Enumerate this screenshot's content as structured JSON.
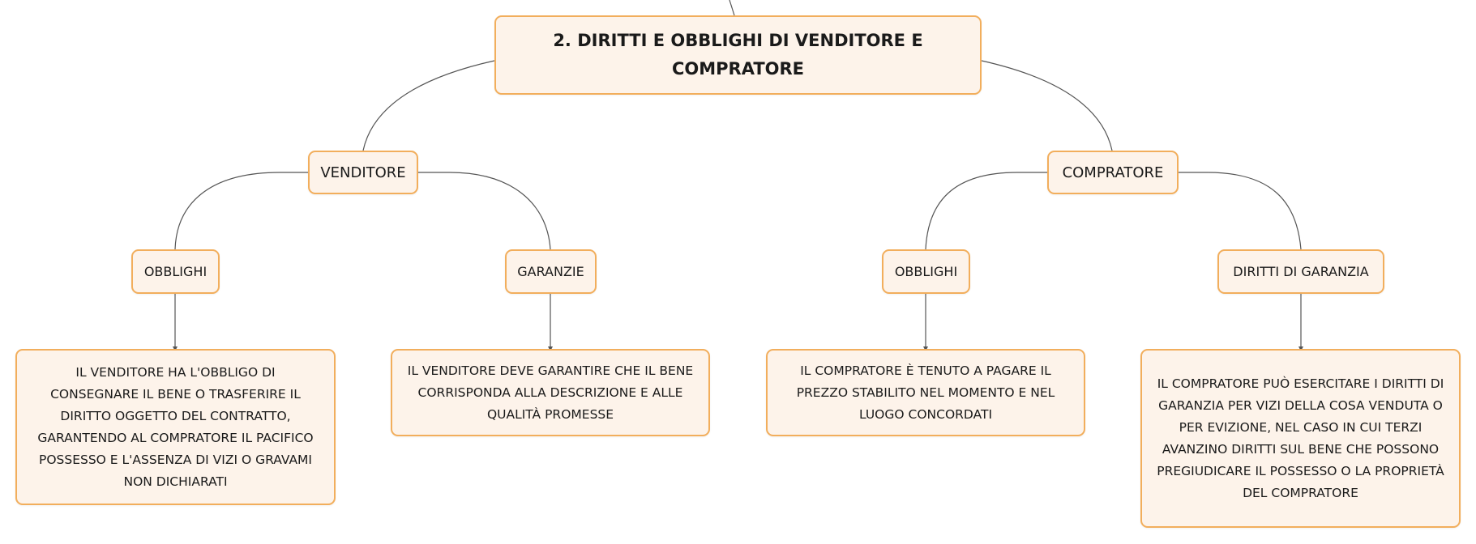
{
  "diagram": {
    "root": {
      "lines": [
        "2. DIRITTI E OBBLIGHI DI VENDITORE E",
        "COMPRATORE"
      ]
    },
    "venditore": {
      "label": "VENDITORE",
      "obblighi": {
        "label": "OBBLIGHI",
        "detail_lines": [
          "IL VENDITORE HA L'OBBLIGO DI",
          "CONSEGNARE IL BENE O TRASFERIRE IL",
          "DIRITTO OGGETTO DEL CONTRATTO,",
          "GARANTENDO AL COMPRATORE IL PACIFICO",
          "POSSESSO E L'ASSENZA DI VIZI O GRAVAMI",
          "NON DICHIARATI"
        ]
      },
      "garanzie": {
        "label": "GARANZIE",
        "detail_lines": [
          "IL VENDITORE DEVE GARANTIRE CHE IL BENE",
          "CORRISPONDA ALLA DESCRIZIONE E ALLE",
          "QUALITÀ PROMESSE"
        ]
      }
    },
    "compratore": {
      "label": "COMPRATORE",
      "obblighi": {
        "label": "OBBLIGHI",
        "detail_lines": [
          "IL COMPRATORE È TENUTO A PAGARE IL",
          "PREZZO STABILITO NEL MOMENTO E NEL",
          "LUOGO CONCORDATI"
        ]
      },
      "diritti_di_garanzia": {
        "label": "DIRITTI DI GARANZIA",
        "detail_lines": [
          "IL COMPRATORE PUÒ ESERCITARE I DIRITTI DI",
          "GARANZIA PER VIZI DELLA COSA VENDUTA O",
          "PER EVIZIONE, NEL CASO IN CUI TERZI",
          "AVANZINO DIRITTI SUL BENE CHE POSSONO",
          "PREGIUDICARE IL POSSESSO O LA PROPRIETÀ",
          "DEL COMPRATORE"
        ]
      }
    }
  },
  "colors": {
    "node_fill": "#fdf3ea",
    "node_border": "#f2ae5c",
    "connector": "#555555"
  }
}
